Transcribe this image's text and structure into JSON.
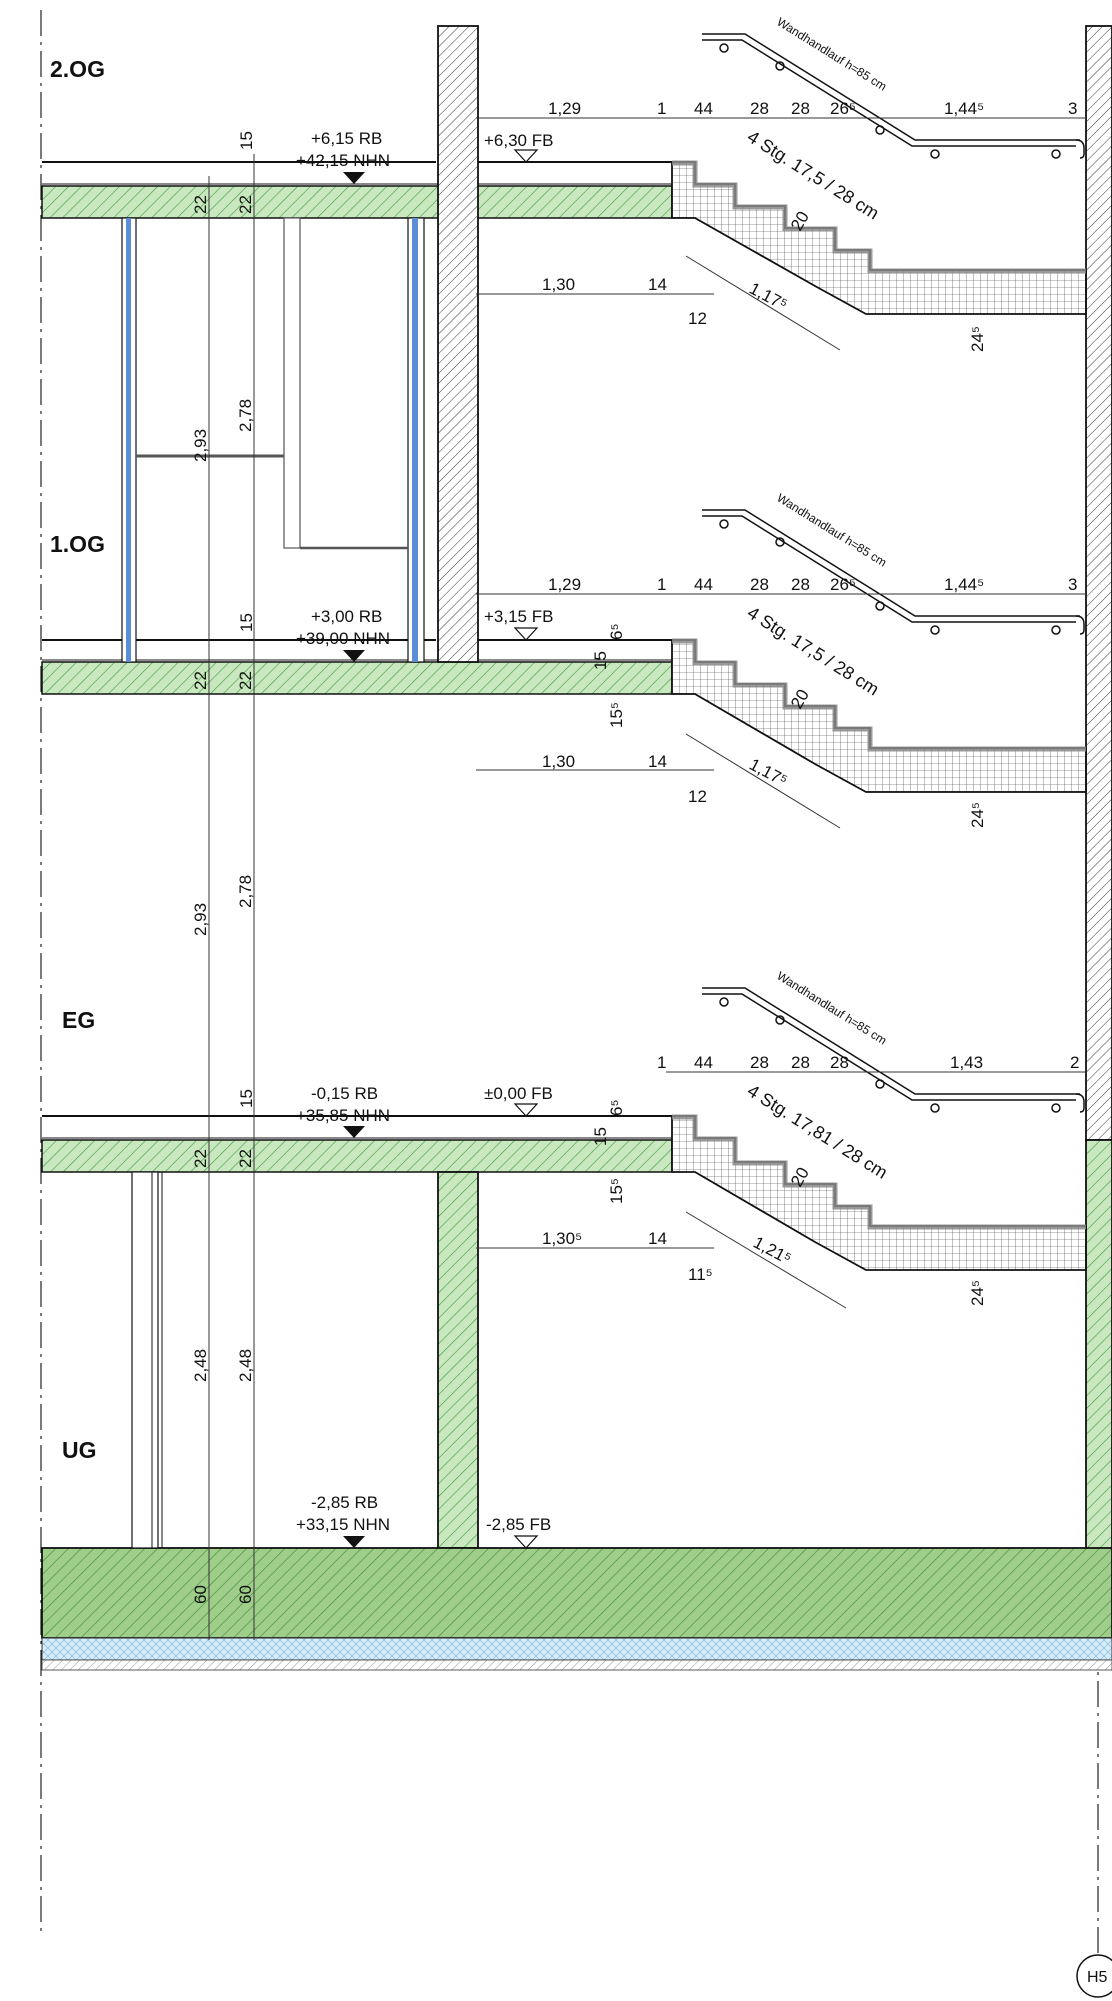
{
  "colors": {
    "slab_fill": "#c9e8bf",
    "slab_hatch": "#3f9a3f",
    "ground_fill": "#9fcd8a",
    "insulation_fill": "#d6ecf8",
    "window_blue": "#5b8ed6",
    "line": "#111111"
  },
  "floors": [
    {
      "label": "2.OG"
    },
    {
      "label": "1.OG"
    },
    {
      "label": "EG"
    },
    {
      "label": "UG"
    }
  ],
  "levels": [
    {
      "rb": "+6,15 RB",
      "nhn": "+42,15 NHN",
      "fb": "+6,30 FB"
    },
    {
      "rb": "+3,00 RB",
      "nhn": "+39,00 NHN",
      "fb": "+3,15 FB"
    },
    {
      "rb": "-0,15 RB",
      "nhn": "+35,85 NHN",
      "fb": "±0,00 FB"
    },
    {
      "rb": "-2,85 RB",
      "nhn": "+33,15 NHN",
      "fb": "-2,85 FB"
    }
  ],
  "vertical_dims": {
    "slab": [
      "15",
      "22",
      "22"
    ],
    "story_upper": [
      "2,93",
      "2,78"
    ],
    "story_mid": [
      "2,93",
      "2,78"
    ],
    "story_ug": [
      "2,48",
      "2,48"
    ],
    "base": [
      "60",
      "60"
    ]
  },
  "stairs": [
    {
      "label": "4 Stg. 17,5 / 28 cm",
      "handrail": "Wandhandlauf h=85 cm",
      "top": [
        "1,29",
        "1",
        "44",
        "28",
        "28",
        "26⁵",
        "1,44⁵",
        "3"
      ],
      "bottom": [
        "1,30",
        "14",
        "12",
        "1,17⁵"
      ],
      "thick": "20",
      "land": "24⁵"
    },
    {
      "label": "4 Stg. 17,5 / 28 cm",
      "handrail": "Wandhandlauf h=85 cm",
      "top": [
        "1,29",
        "1",
        "44",
        "28",
        "28",
        "26⁵",
        "1,44⁵",
        "3"
      ],
      "bottom": [
        "1,30",
        "14",
        "12",
        "1,17⁵"
      ],
      "thick": "20",
      "land": "24⁵",
      "side": [
        "6⁵",
        "15",
        "15⁵"
      ]
    },
    {
      "label": "4 Stg. 17,81 / 28 cm",
      "handrail": "Wandhandlauf h=85 cm",
      "top": [
        "1",
        "44",
        "28",
        "28",
        "28",
        "1,43",
        "2"
      ],
      "bottom": [
        "1,30⁵",
        "14",
        "11⁵",
        "1,21⁵"
      ],
      "thick": "20",
      "land": "24⁵",
      "side": [
        "6⁵",
        "15",
        "15⁵"
      ]
    }
  ],
  "axis_label": "H5"
}
